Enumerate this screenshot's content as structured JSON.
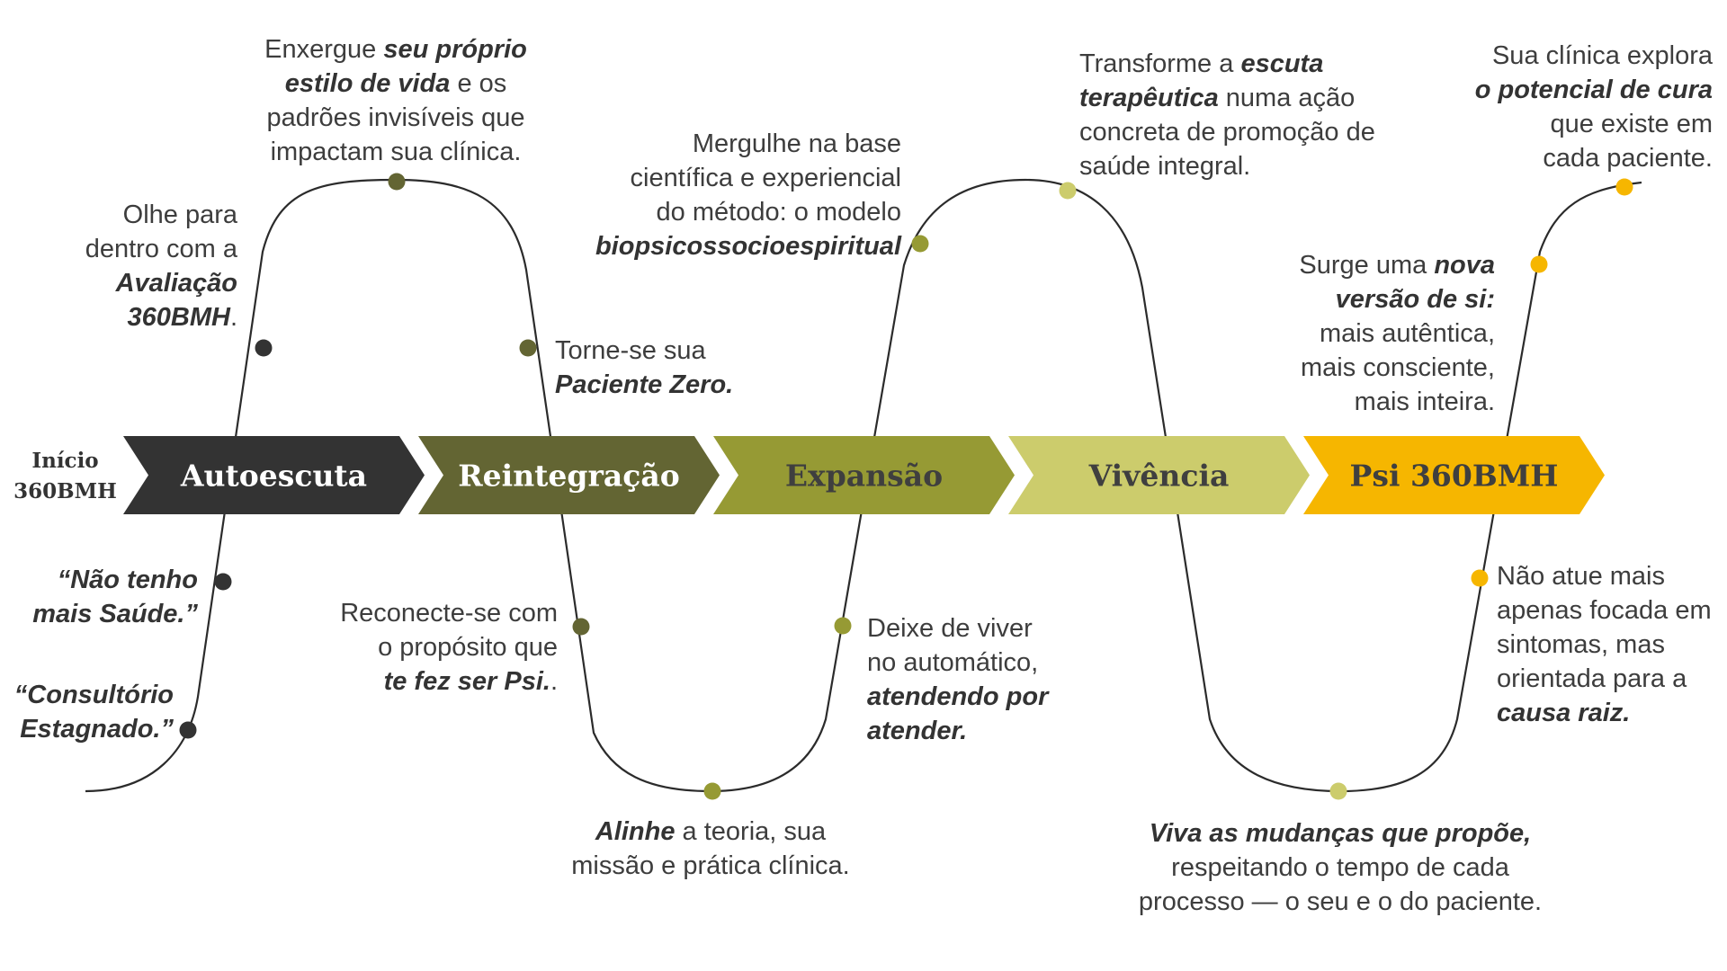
{
  "start": {
    "line1": "Início",
    "line2": "360BMH"
  },
  "stages": [
    {
      "label": "Autoescuta",
      "color": "#333333",
      "text_color": "#ffffff"
    },
    {
      "label": "Reintegração",
      "color": "#636533",
      "text_color": "#ffffff"
    },
    {
      "label": "Expansão",
      "color": "#969a34",
      "text_color": "#3f3f3f"
    },
    {
      "label": "Vivência",
      "color": "#cccc6c",
      "text_color": "#3f3f3f"
    },
    {
      "label": "Psi 360BMH",
      "color": "#f6b600",
      "text_color": "#3f3f3f"
    }
  ],
  "annotations": [
    {
      "lines": [
        [
          {
            "t": "“Consultório",
            "b": true
          }
        ],
        [
          {
            "t": "Estagnado.”",
            "b": true
          }
        ]
      ]
    },
    {
      "lines": [
        [
          {
            "t": "“Não tenho",
            "b": true
          }
        ],
        [
          {
            "t": "mais Saúde.”",
            "b": true
          }
        ]
      ]
    },
    {
      "lines": [
        [
          {
            "t": "Olhe para"
          }
        ],
        [
          {
            "t": "dentro com a"
          }
        ],
        [
          {
            "t": "Avaliação",
            "b": true
          }
        ],
        [
          {
            "t": "360BMH",
            "b": true
          },
          {
            "t": "."
          }
        ]
      ]
    },
    {
      "lines": [
        [
          {
            "t": "Enxergue "
          },
          {
            "t": "seu próprio",
            "b": true
          }
        ],
        [
          {
            "t": "estilo de vida",
            "b": true
          },
          {
            "t": " e os"
          }
        ],
        [
          {
            "t": "padrões invisíveis que"
          }
        ],
        [
          {
            "t": "impactam sua clínica."
          }
        ]
      ]
    },
    {
      "lines": [
        [
          {
            "t": "Torne-se sua"
          }
        ],
        [
          {
            "t": "Paciente Zero.",
            "b": true
          }
        ]
      ]
    },
    {
      "lines": [
        [
          {
            "t": "Reconecte-se com"
          }
        ],
        [
          {
            "t": "o propósito que"
          }
        ],
        [
          {
            "t": "te fez ser Psi.",
            "b": true
          },
          {
            "t": "."
          }
        ]
      ]
    },
    {
      "lines": [
        [
          {
            "t": "Alinhe",
            "b": true
          },
          {
            "t": " a teoria, sua"
          }
        ],
        [
          {
            "t": "missão e prática clínica."
          }
        ]
      ]
    },
    {
      "lines": [
        [
          {
            "t": "Deixe de viver"
          }
        ],
        [
          {
            "t": "no automático,"
          }
        ],
        [
          {
            "t": "atendendo por",
            "b": true
          }
        ],
        [
          {
            "t": "atender.",
            "b": true
          }
        ]
      ]
    },
    {
      "lines": [
        [
          {
            "t": "Mergulhe na base"
          }
        ],
        [
          {
            "t": "científica e experiencial"
          }
        ],
        [
          {
            "t": "do método: o modelo"
          }
        ],
        [
          {
            "t": "biopsicossocioespiritual",
            "b": true
          }
        ]
      ]
    },
    {
      "lines": [
        [
          {
            "t": "Transforme a "
          },
          {
            "t": "escuta",
            "b": true
          }
        ],
        [
          {
            "t": "terapêutica",
            "b": true
          },
          {
            "t": " numa ação"
          }
        ],
        [
          {
            "t": "concreta de promoção de"
          }
        ],
        [
          {
            "t": "saúde integral."
          }
        ]
      ]
    },
    {
      "lines": [
        [
          {
            "t": "Viva as mudanças que propõe,",
            "b": true
          }
        ],
        [
          {
            "t": "respeitando o tempo de cada"
          }
        ],
        [
          {
            "t": "processo — o seu e o do paciente."
          }
        ]
      ]
    },
    {
      "lines": [
        [
          {
            "t": "Surge uma "
          },
          {
            "t": "nova",
            "b": true
          }
        ],
        [
          {
            "t": "versão de si:",
            "b": true
          }
        ],
        [
          {
            "t": "mais autêntica,"
          }
        ],
        [
          {
            "t": "mais consciente,"
          }
        ],
        [
          {
            "t": "mais inteira."
          }
        ]
      ]
    },
    {
      "lines": [
        [
          {
            "t": "Sua clínica explora"
          }
        ],
        [
          {
            "t": "o potencial de cura",
            "b": true
          }
        ],
        [
          {
            "t": "que existe em"
          }
        ],
        [
          {
            "t": "cada paciente."
          }
        ]
      ]
    },
    {
      "lines": [
        [
          {
            "t": "Não atue mais"
          }
        ],
        [
          {
            "t": "apenas focada em"
          }
        ],
        [
          {
            "t": "sintomas, mas"
          }
        ],
        [
          {
            "t": "orientada para a"
          }
        ],
        [
          {
            "t": "causa raiz.",
            "b": true
          }
        ]
      ]
    }
  ],
  "markers": [
    {
      "color": "#333333"
    },
    {
      "color": "#333333"
    },
    {
      "color": "#333333"
    },
    {
      "color": "#636533"
    },
    {
      "color": "#636533"
    },
    {
      "color": "#636533"
    },
    {
      "color": "#969a34"
    },
    {
      "color": "#969a34"
    },
    {
      "color": "#969a34"
    },
    {
      "color": "#cccc6c"
    },
    {
      "color": "#cccc6c"
    },
    {
      "color": "#f6b600"
    },
    {
      "color": "#f6b600"
    },
    {
      "color": "#f6b600"
    }
  ],
  "line_color": "#2b2b2b"
}
